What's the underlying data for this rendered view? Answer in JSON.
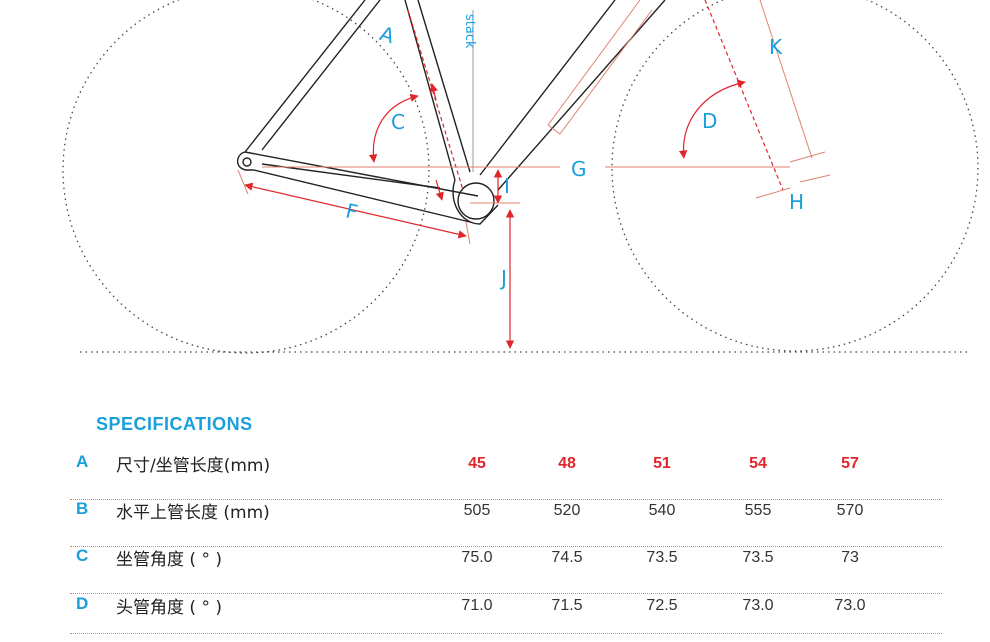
{
  "diagram": {
    "labels": {
      "a": "A",
      "c": "C",
      "d": "D",
      "f": "F",
      "g": "G",
      "h": "H",
      "i": "I",
      "j": "J",
      "k": "K",
      "stack": "stack"
    },
    "colors": {
      "blue": "#1a9fdd",
      "red": "#e0262b",
      "dim": "#e0826f",
      "frame": "#222222"
    }
  },
  "specs": {
    "title": "SPECIFICATIONS",
    "rows": [
      {
        "key": "A",
        "name": "尺寸/坐管长度(mm)",
        "values": [
          "45",
          "48",
          "51",
          "54",
          "57"
        ]
      },
      {
        "key": "B",
        "name": "水平上管长度 (mm)",
        "values": [
          "505",
          "520",
          "540",
          "555",
          "570"
        ]
      },
      {
        "key": "C",
        "name": "坐管角度 ( ° )",
        "values": [
          "75.0",
          "74.5",
          "73.5",
          "73.5",
          "73"
        ]
      },
      {
        "key": "D",
        "name": "头管角度 ( ° )",
        "values": [
          "71.0",
          "71.5",
          "72.5",
          "73.0",
          "73.0"
        ]
      }
    ]
  }
}
